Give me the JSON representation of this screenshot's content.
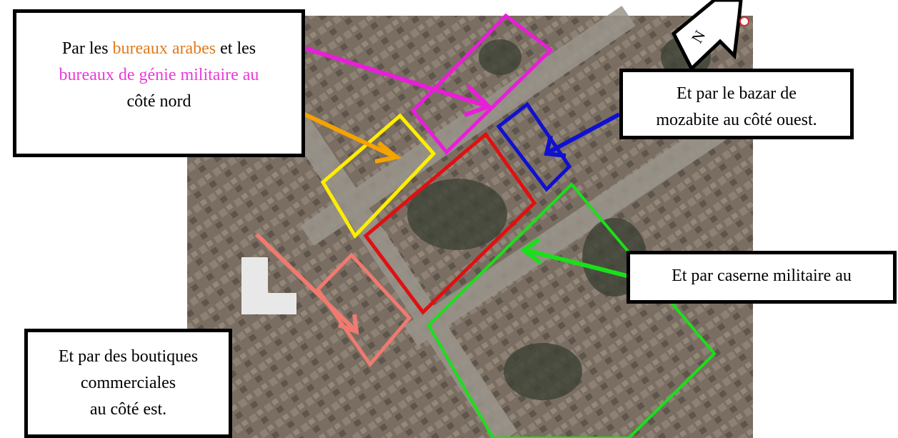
{
  "callouts": {
    "north": {
      "line1_prefix": "Par les ",
      "line1_highlight": "bureaux arabes",
      "line1_suffix": " et les",
      "line2_highlight": "bureaux de génie militaire au",
      "line3": "côté nord"
    },
    "west": {
      "line1": "Et par le bazar de",
      "line2": "mozabite au côté ouest."
    },
    "south": {
      "line1": "Et par caserne militaire au"
    },
    "east": {
      "line1": "Et par des boutiques",
      "line2": "commerciales",
      "line3": "au côté est."
    }
  },
  "compass": {
    "label": "N"
  },
  "colors": {
    "highlight_orange": "#e07a1c",
    "highlight_magenta": "#ea3ad8",
    "outline_red": "#e01010",
    "outline_yellow": "#ffee00",
    "outline_magenta": "#e81ed8",
    "outline_blue": "#1010d0",
    "outline_green": "#19e019",
    "outline_salmon": "#f07a70",
    "arrow_orange": "#f5a300"
  }
}
